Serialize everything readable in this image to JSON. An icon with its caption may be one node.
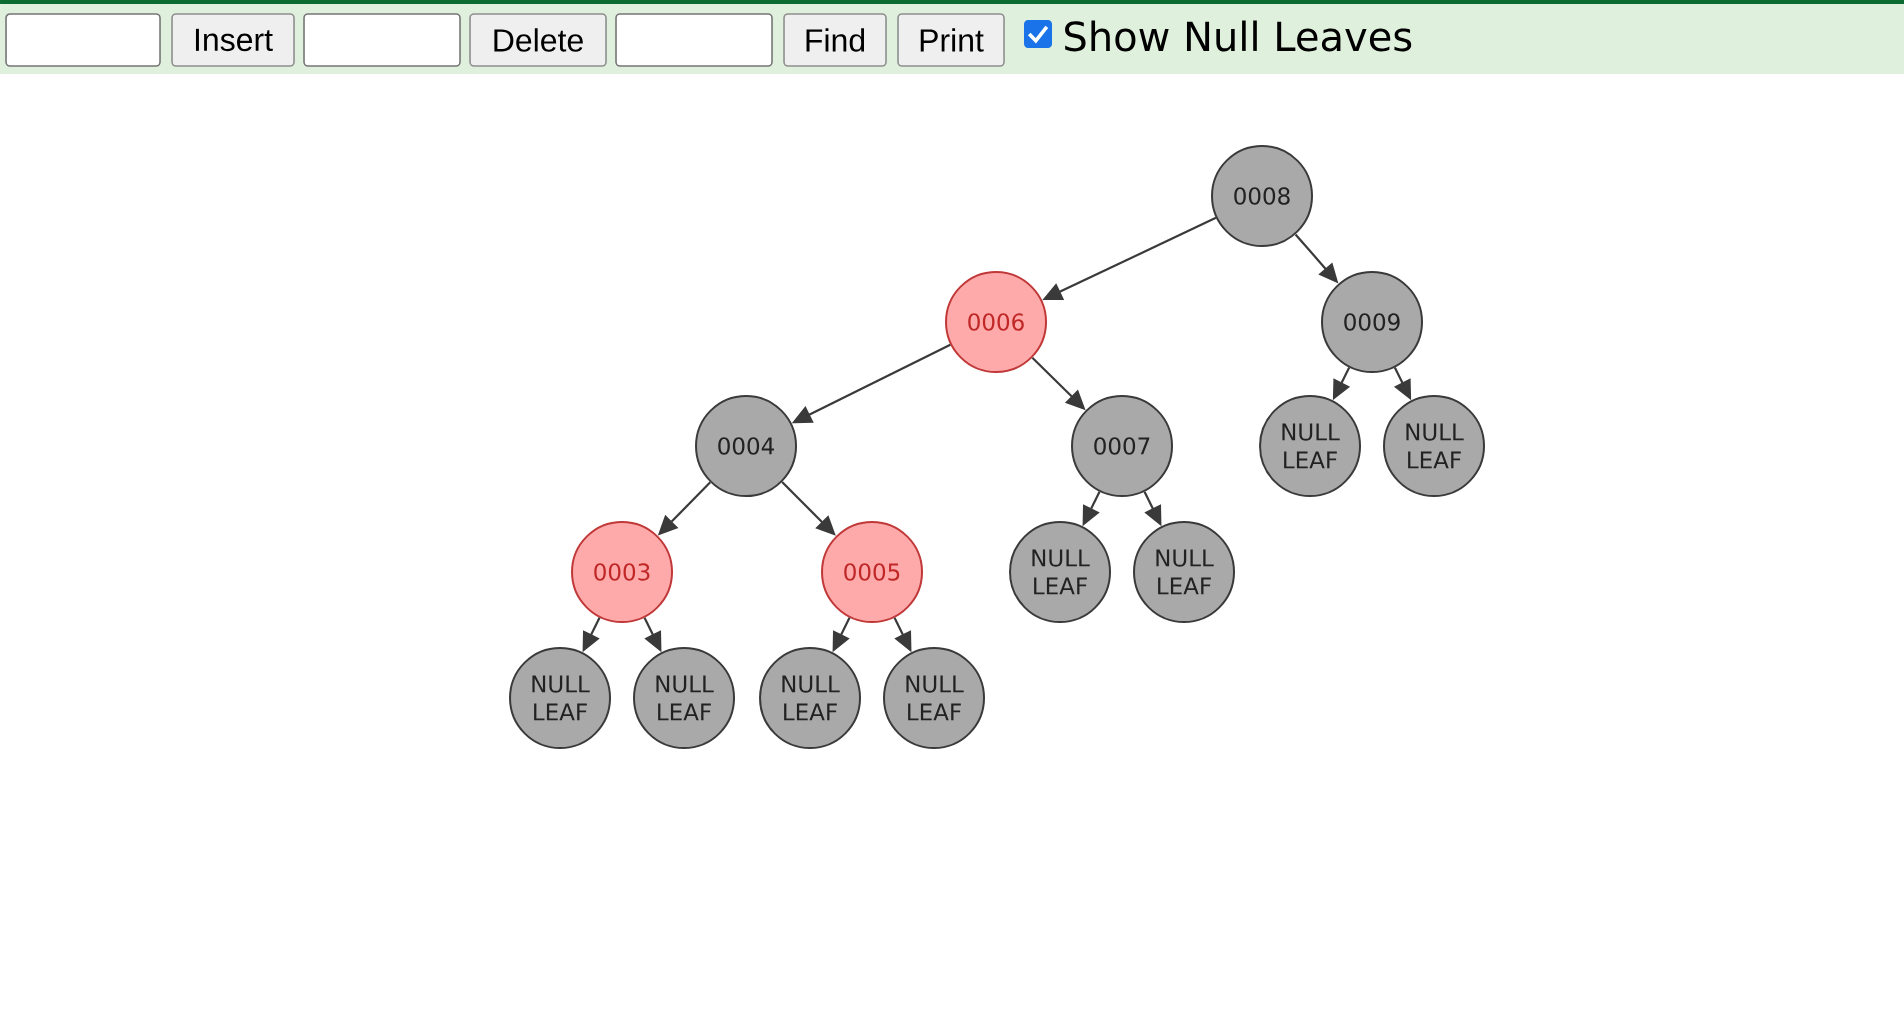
{
  "diagram": {
    "nodes": [
      {
        "text": [
          "0008"
        ]
      },
      {
        "text": [
          "0006"
        ]
      },
      {
        "text": [
          "0009"
        ]
      },
      {
        "text": [
          "0004"
        ]
      },
      {
        "text": [
          "0007"
        ]
      },
      {
        "text": [
          "NULL LEAF"
        ]
      },
      {
        "text": [
          "NULL LEAF"
        ]
      },
      {
        "text": [
          "0003"
        ]
      },
      {
        "text": [
          "0005"
        ]
      },
      {
        "text": [
          "NULL LEAF"
        ]
      },
      {
        "text": [
          "NULL LEAF"
        ]
      },
      {
        "text": [
          "NULL LEAF"
        ]
      },
      {
        "text": [
          "NULL LEAF"
        ]
      },
      {
        "text": [
          "NULL LEAF"
        ]
      },
      {
        "text": [
          "NULL LEAF"
        ]
      }
    ],
    "edges": [
      {
        "from": 0,
        "to": 1,
        "arrow": "to"
      },
      {
        "from": 0,
        "to": 2,
        "arrow": "to"
      },
      {
        "from": 1,
        "to": 3,
        "arrow": "to"
      },
      {
        "from": 1,
        "to": 4,
        "arrow": "to"
      },
      {
        "from": 2,
        "to": 5,
        "arrow": "to"
      },
      {
        "from": 2,
        "to": 6,
        "arrow": "to"
      },
      {
        "from": 3,
        "to": 7,
        "arrow": "to"
      },
      {
        "from": 3,
        "to": 8,
        "arrow": "to"
      },
      {
        "from": 4,
        "to": 9,
        "arrow": "to"
      },
      {
        "from": 4,
        "to": 10,
        "arrow": "to"
      },
      {
        "from": 7,
        "to": 11,
        "arrow": "to"
      },
      {
        "from": 7,
        "to": 12,
        "arrow": "to"
      },
      {
        "from": 8,
        "to": 13,
        "arrow": "to"
      },
      {
        "from": 8,
        "to": 14,
        "arrow": "to"
      }
    ],
    "labels": [
      "Insert",
      "Delete",
      "Find",
      "Print",
      "Show Null Leaves"
    ]
  }
}
